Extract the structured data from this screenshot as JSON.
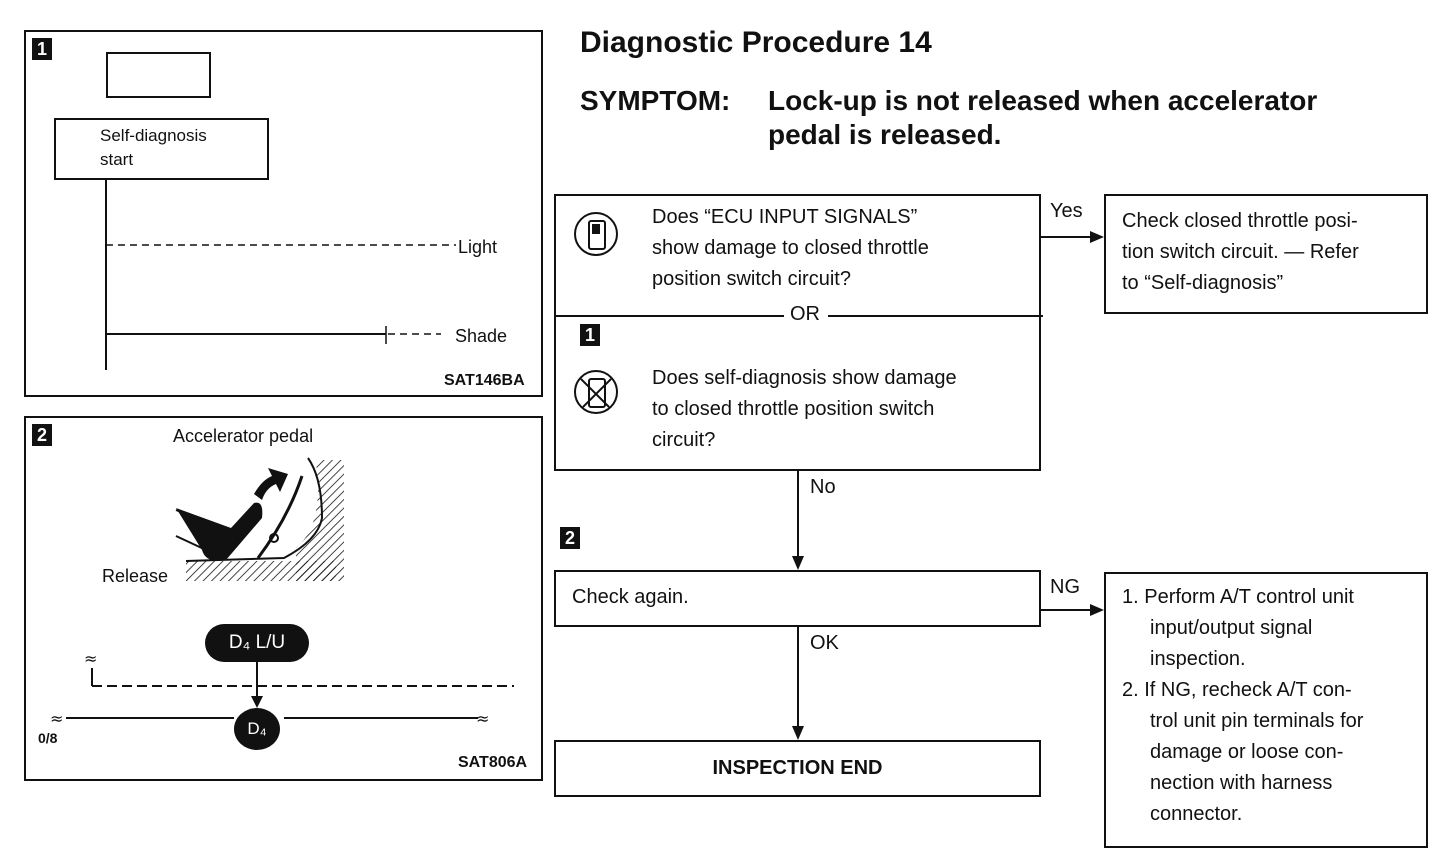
{
  "page": {
    "title": "Diagnostic Procedure 14",
    "symptom_label": "SYMPTOM:",
    "symptom_line1": "Lock-up is not released when accelerator",
    "symptom_line2": "pedal is released."
  },
  "fig1": {
    "badge": "1",
    "box_label_1": "Self-diagnosis",
    "box_label_2": "start",
    "light": "Light",
    "shade": "Shade",
    "code": "SAT146BA"
  },
  "fig2": {
    "badge": "2",
    "pedal_label": "Accelerator pedal",
    "release": "Release",
    "gear_top": "D₄  L/U",
    "gear_bottom": "D₄",
    "speed_label": "0/8",
    "code": "SAT806A"
  },
  "flow": {
    "q1_line1": "Does “ECU INPUT SIGNALS”",
    "q1_line2": "show damage to closed throttle",
    "q1_line3": "position switch circuit?",
    "or": "OR",
    "badge1": "1",
    "q2_line1": "Does self-diagnosis show damage",
    "q2_line2": "to closed throttle position switch",
    "q2_line3": "circuit?",
    "yes": "Yes",
    "yes_box_line1": "Check closed throttle posi-",
    "yes_box_line2": "tion switch circuit. — Refer",
    "yes_box_line3": "to “Self-diagnosis”",
    "no": "No",
    "badge2": "2",
    "check_again": "Check again.",
    "ng": "NG",
    "ok": "OK",
    "end": "INSPECTION END",
    "ng_items": [
      "1. Perform A/T control unit",
      "input/output signal",
      "inspection.",
      "2. If NG, recheck A/T con-",
      "trol unit pin terminals for",
      "damage or loose con-",
      "nection with harness",
      "connector."
    ]
  }
}
